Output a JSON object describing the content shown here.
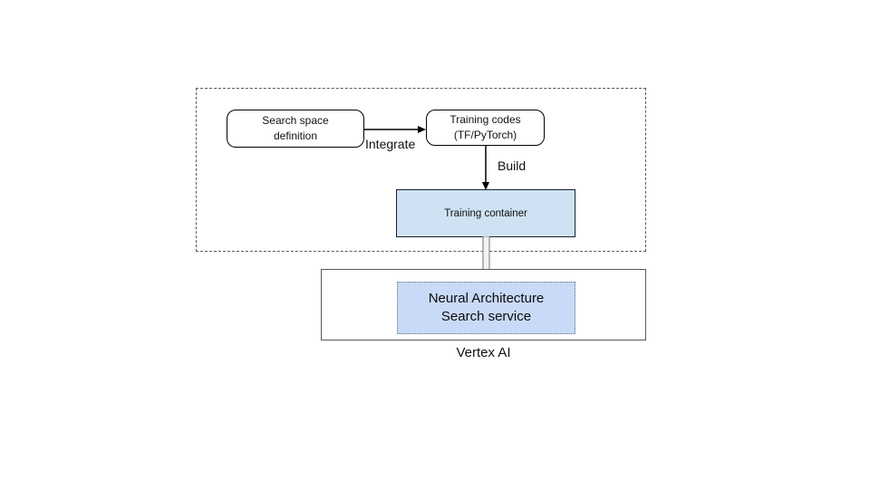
{
  "diagram": {
    "group": {
      "name": "development-group"
    },
    "search_space_box": {
      "lines": [
        "Search space",
        "definition"
      ]
    },
    "training_codes_box": {
      "lines": [
        "Training codes",
        "(TF/PyTorch)"
      ]
    },
    "integrate_label": "Integrate",
    "build_label": "Build",
    "training_container_box": {
      "label": "Training container",
      "fill": "#cfe2f3"
    },
    "vertex_ai": {
      "label": "Vertex AI",
      "nas_box": {
        "lines": [
          "Neural Architecture",
          "Search service"
        ],
        "fill": "#c9daf8"
      }
    },
    "colors": {
      "dashed_border": "#595959",
      "solid_border": "#595959",
      "box_border": "#000000",
      "arrow_black": "#000000",
      "hollow_arrow_stroke": "#8a8a8a",
      "hollow_arrow_fill": "#f3f3f3"
    }
  }
}
